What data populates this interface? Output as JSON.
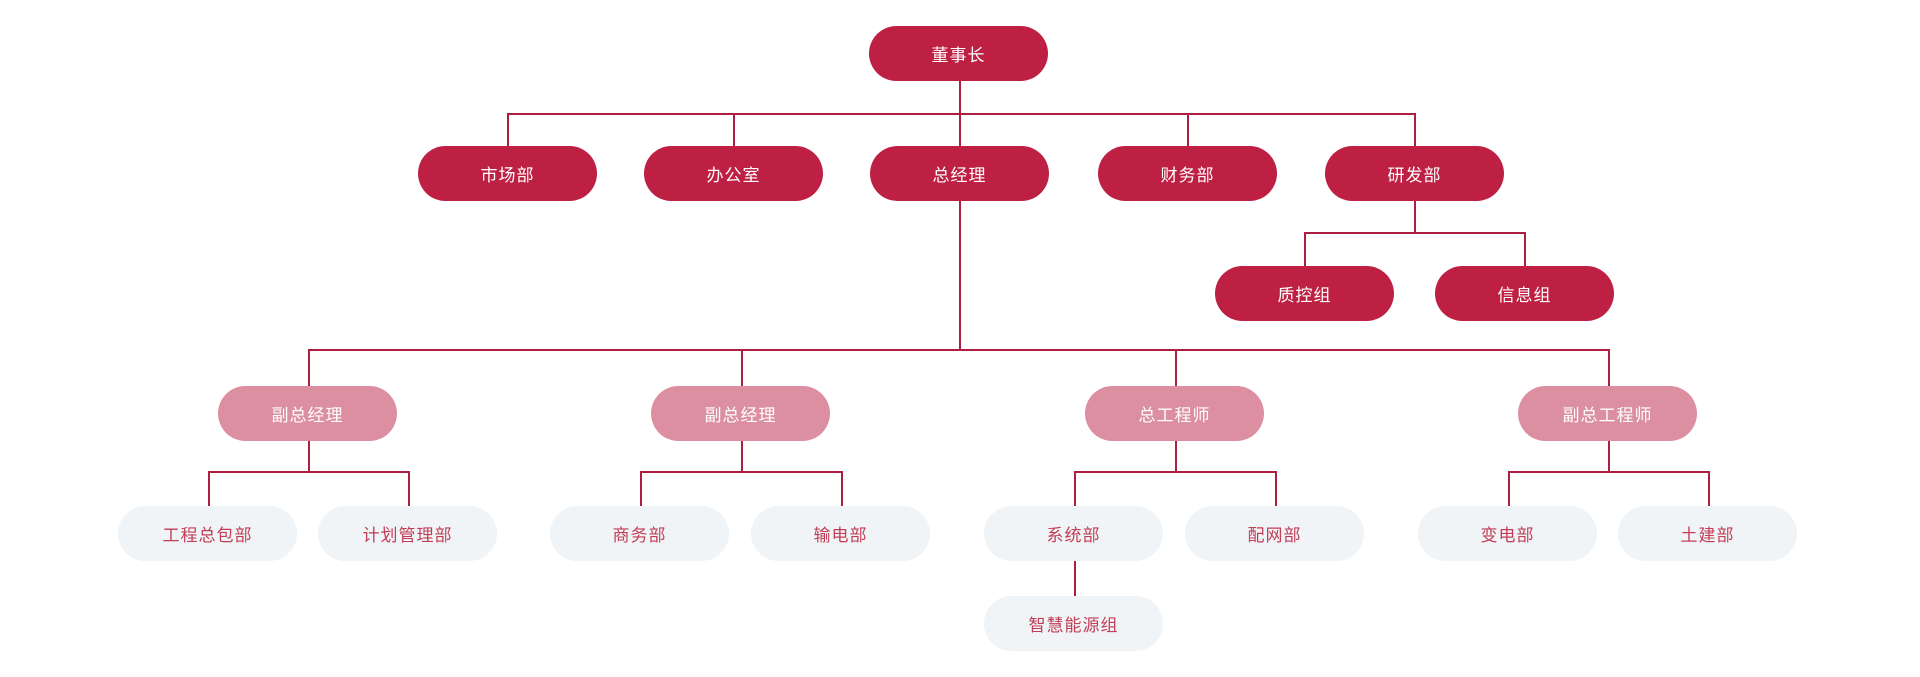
{
  "colors": {
    "primary_pill": "#BE2044",
    "secondary_pill": "#DC8FA0",
    "leaf_pill_bg": "#F0F4F7",
    "leaf_pill_text": "#C23D55",
    "connector_line": "#AD1F40",
    "background": "#ffffff"
  },
  "org": {
    "root": {
      "label": "董事长",
      "children": [
        {
          "label": "市场部"
        },
        {
          "label": "办公室"
        },
        {
          "label": "总经理",
          "children": [
            {
              "label": "副总经理",
              "children": [
                {
                  "label": "工程总包部"
                },
                {
                  "label": "计划管理部"
                }
              ]
            },
            {
              "label": "副总经理",
              "children": [
                {
                  "label": "商务部"
                },
                {
                  "label": "输电部"
                }
              ]
            },
            {
              "label": "总工程师",
              "children": [
                {
                  "label": "系统部",
                  "children": [
                    {
                      "label": "智慧能源组"
                    }
                  ]
                },
                {
                  "label": "配网部"
                }
              ]
            },
            {
              "label": "副总工程师",
              "children": [
                {
                  "label": "变电部"
                },
                {
                  "label": "土建部"
                }
              ]
            }
          ]
        },
        {
          "label": "财务部"
        },
        {
          "label": "研发部",
          "children": [
            {
              "label": "质控组"
            },
            {
              "label": "信息组"
            }
          ]
        }
      ]
    }
  }
}
